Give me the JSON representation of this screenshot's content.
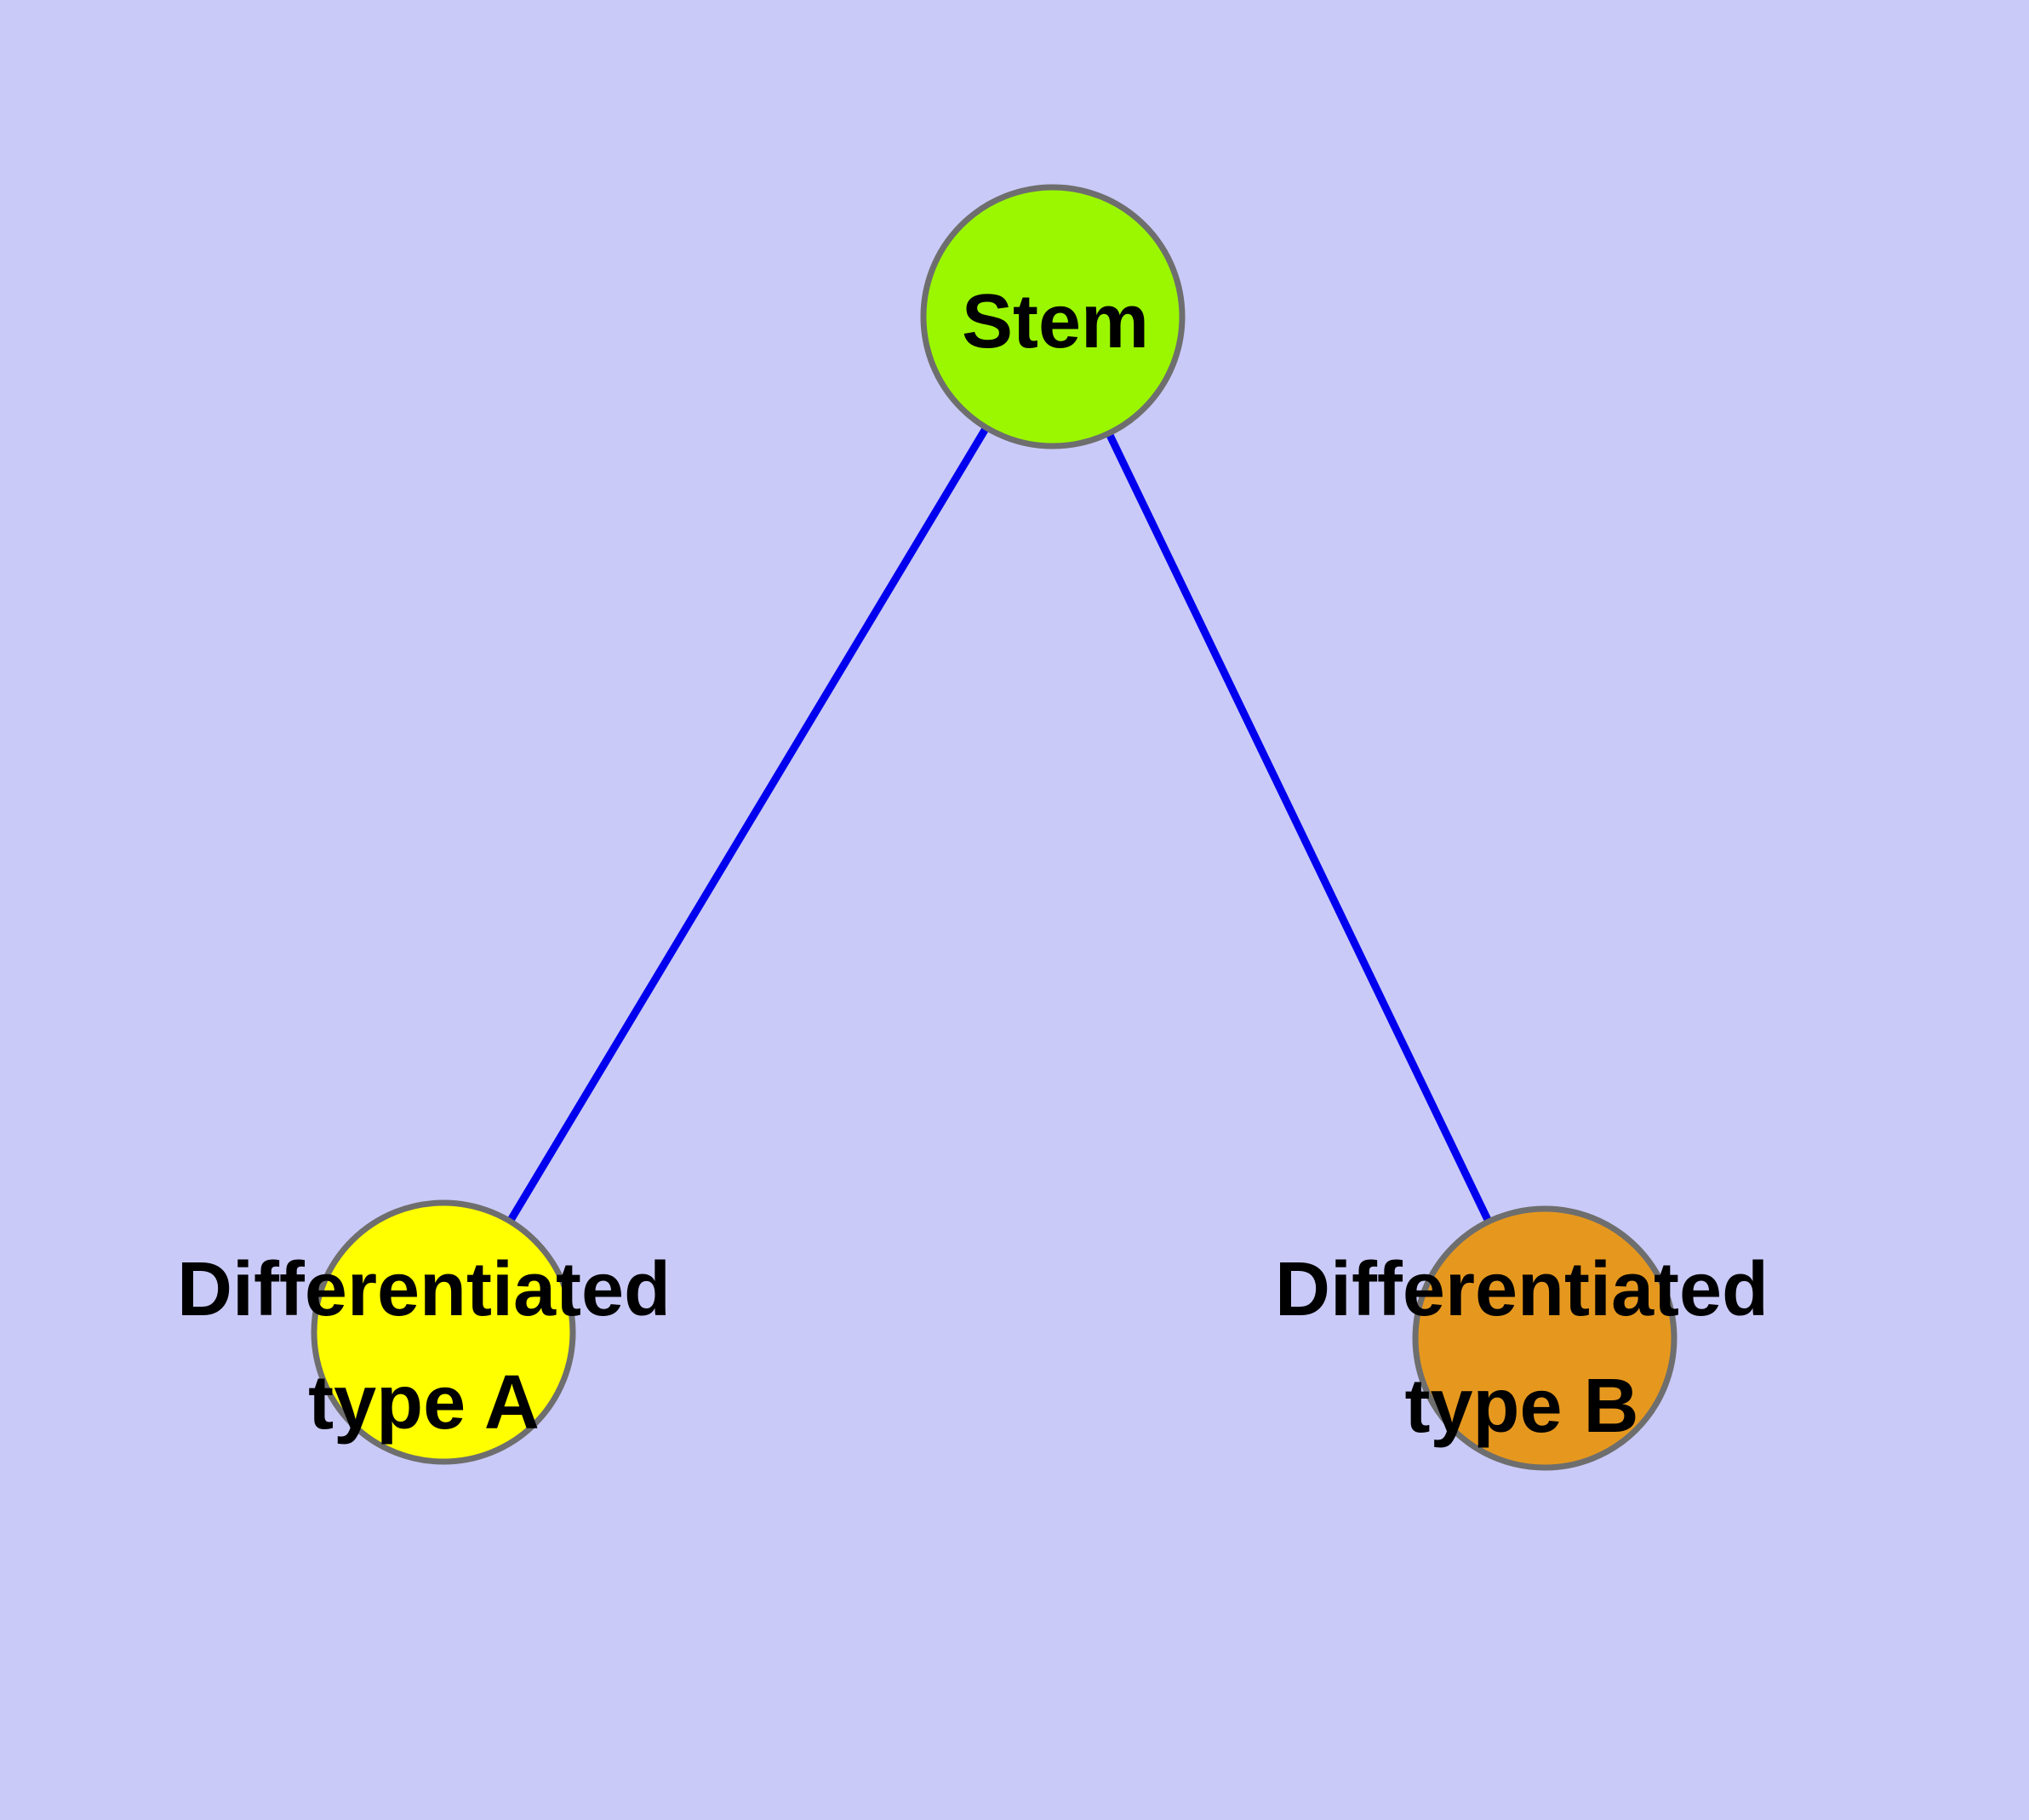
{
  "diagram": {
    "type": "node-link-graph",
    "background_color": "#cacaf8",
    "edge_color": "#0000ee",
    "node_border_color": "#6e6e6e",
    "label_color": "#000000",
    "nodes": [
      {
        "id": "stem",
        "label": "Stem",
        "fill": "#9af700"
      },
      {
        "id": "differentiated-type-a",
        "label_line1": "Differentiated",
        "label_line2": "type A",
        "fill": "#ffff00"
      },
      {
        "id": "differentiated-type-b",
        "label_line1": "Differentiated",
        "label_line2": "type B",
        "fill": "#e6981e"
      }
    ],
    "edges": [
      {
        "from": "stem",
        "to": "differentiated-type-a"
      },
      {
        "from": "stem",
        "to": "differentiated-type-b"
      }
    ]
  }
}
